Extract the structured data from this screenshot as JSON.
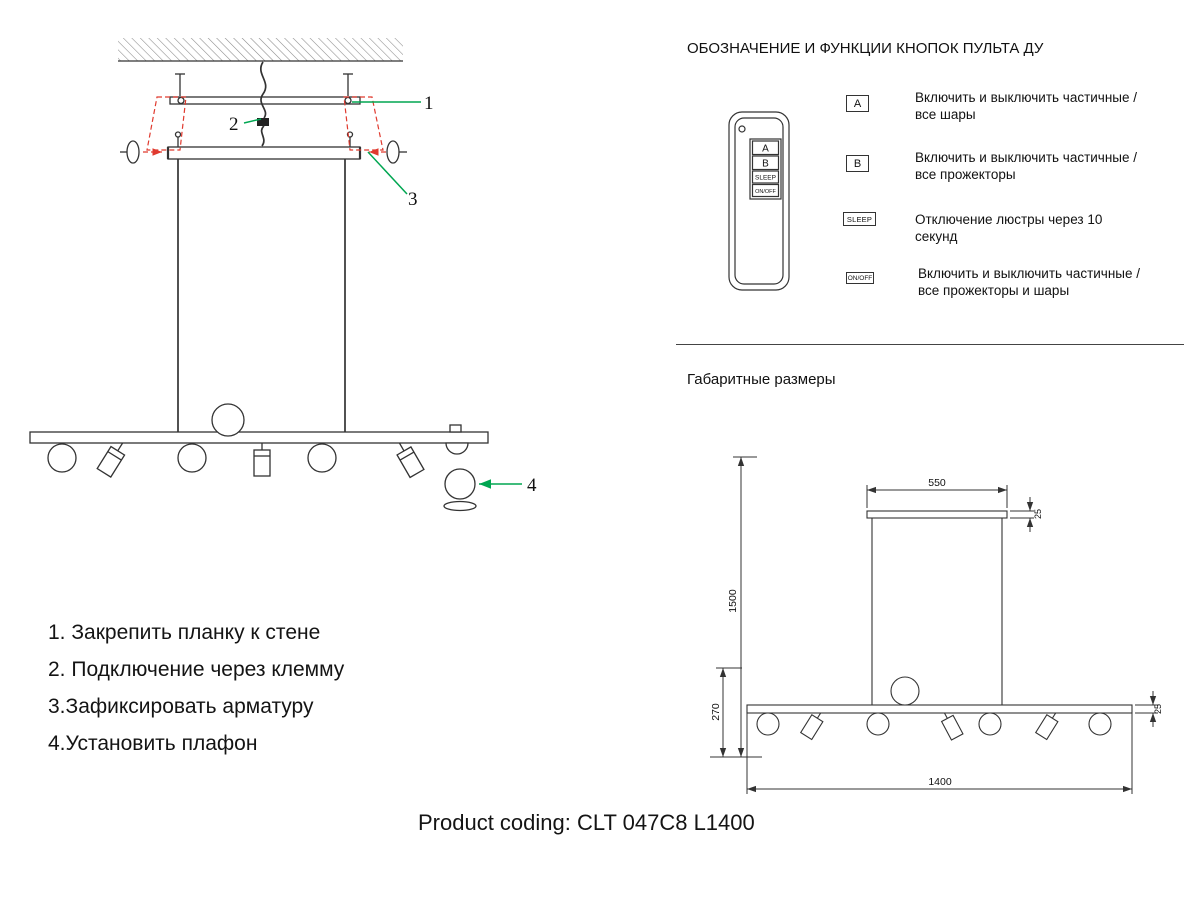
{
  "remote": {
    "title": "ОБОЗНАЧЕНИЕ И ФУНКЦИИ КНОПОК ПУЛЬТА ДУ",
    "device_buttons": [
      "A",
      "B",
      "SLEEP",
      "ON/OFF"
    ],
    "rows": [
      {
        "label": "A",
        "desc": "Включить и выключить частичные / все шары"
      },
      {
        "label": "B",
        "desc": "Включить и выключить частичные / все прожекторы"
      },
      {
        "label": "SLEEP",
        "desc": "Отключение люстры через 10 секунд"
      },
      {
        "label": "ON/OFF",
        "desc": "Включить и выключить частичные / все прожекторы и шары"
      }
    ]
  },
  "dimensions": {
    "title": "Габаритные размеры",
    "top_width": "550",
    "canopy_height": "25",
    "total_height": "1500",
    "drop_height": "270",
    "length": "1400",
    "bar_height": "25"
  },
  "callouts": [
    "1",
    "2",
    "3",
    "4"
  ],
  "instructions": [
    "1. Закрепить планку к стене",
    "2. Подключение через клемму",
    "3.Зафиксировать арматуру",
    "4.Установить плафон"
  ],
  "product_coding": "Product coding: CLT 047C8 L1400",
  "colors": {
    "line": "#333333",
    "callout_green": "#00a651",
    "detail_red": "#e03a2f"
  }
}
